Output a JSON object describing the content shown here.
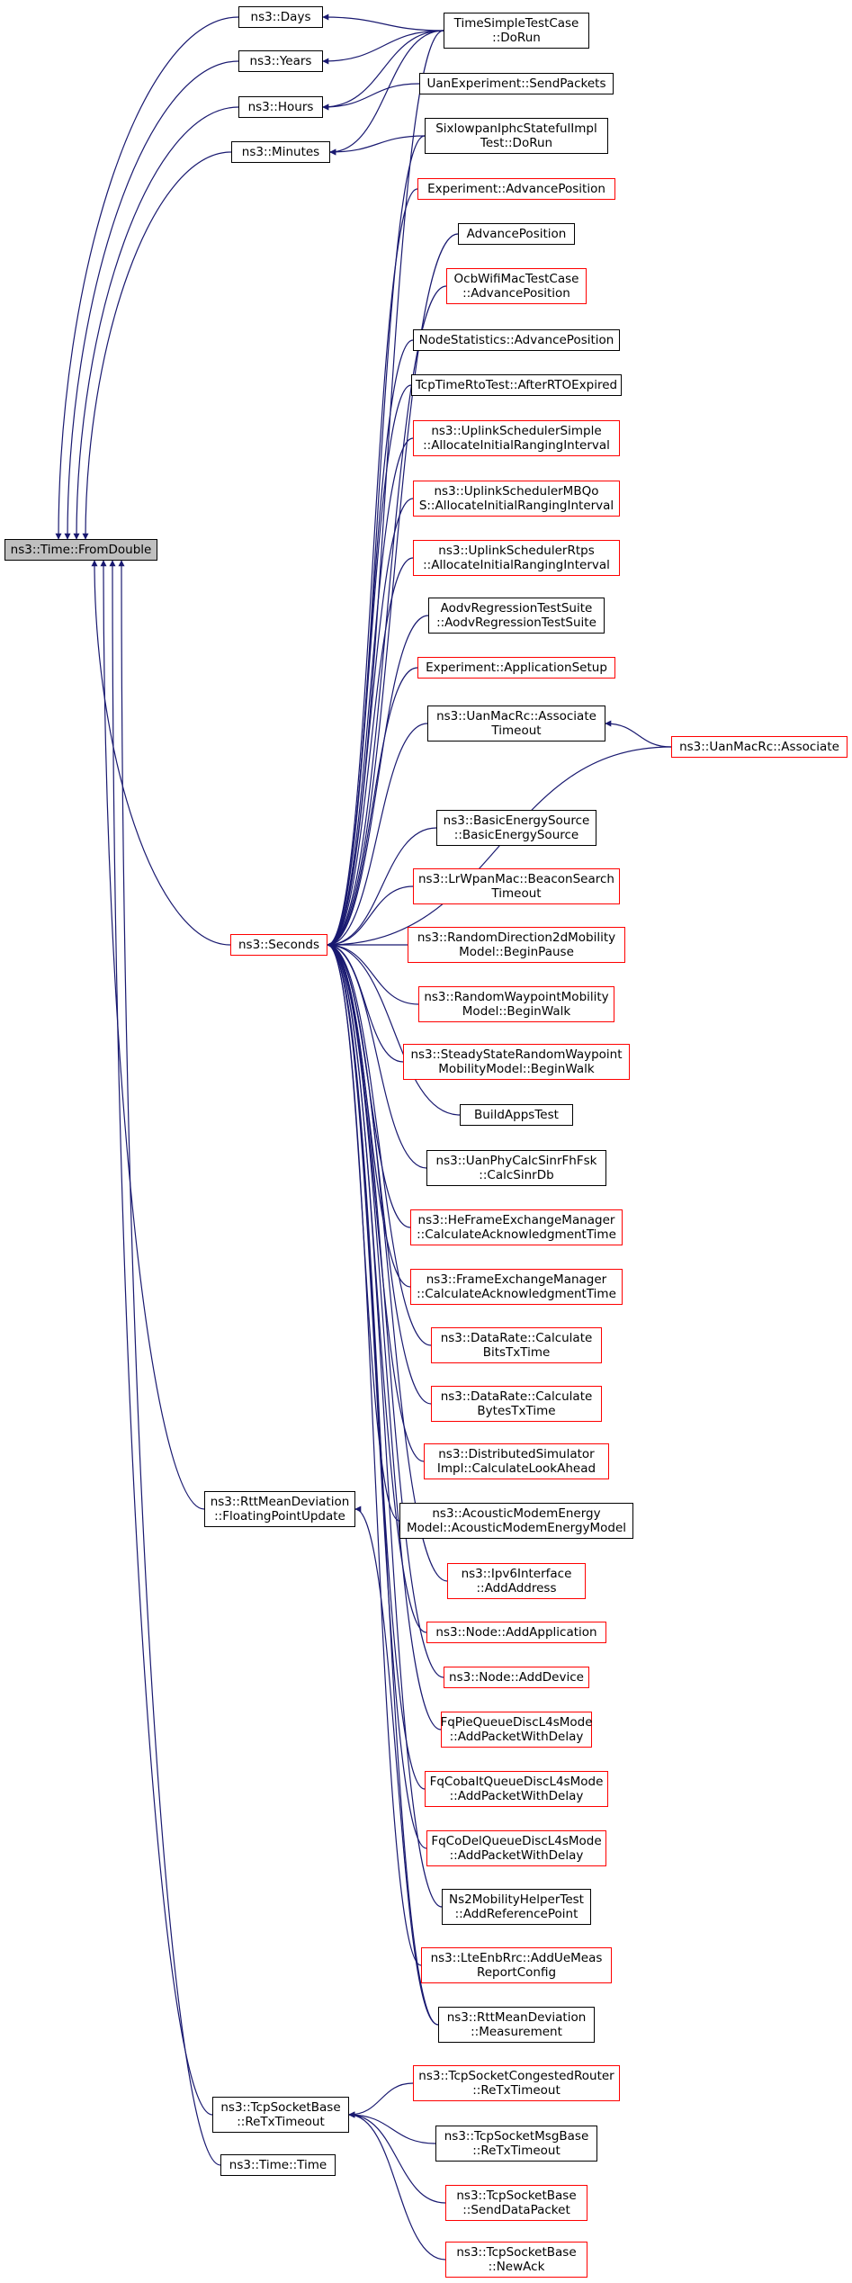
{
  "graph": {
    "colors": {
      "edge": "#191970",
      "node_border": "#000000",
      "node_border_unresolved": "#ff0000",
      "root_fill": "#bfbfbf"
    },
    "root": "ns3::Time::FromDouble",
    "nodes": {
      "n_fromdouble": "ns3::Time::FromDouble",
      "n_days": "ns3::Days",
      "n_years": "ns3::Years",
      "n_hours": "ns3::Hours",
      "n_minutes": "ns3::Minutes",
      "n_seconds": "ns3::Seconds",
      "n_rttfpu": "ns3::RttMeanDeviation\n::FloatingPointUpdate",
      "n_retx": "ns3::TcpSocketBase\n::ReTxTimeout",
      "n_time": "ns3::Time::Time",
      "n_tstc": "TimeSimpleTestCase\n::DoRun",
      "n_uansend": "UanExperiment::SendPackets",
      "n_sixlow": "SixlowpanIphcStatefulImpl\nTest::DoRun",
      "n_expadv": "Experiment::AdvancePosition",
      "n_advpos": "AdvancePosition",
      "n_ocb": "OcbWifiMacTestCase\n::AdvancePosition",
      "n_nodestat": "NodeStatistics::AdvancePosition",
      "n_tcprto": "TcpTimeRtoTest::AfterRTOExpired",
      "n_ulsimple": "ns3::UplinkSchedulerSimple\n::AllocateInitialRangingInterval",
      "n_ulmbqos": "ns3::UplinkSchedulerMBQo\nS::AllocateInitialRangingInterval",
      "n_ulrtps": "ns3::UplinkSchedulerRtps\n::AllocateInitialRangingInterval",
      "n_aodv": "AodvRegressionTestSuite\n::AodvRegressionTestSuite",
      "n_appsetup": "Experiment::ApplicationSetup",
      "n_uanassoctm": "ns3::UanMacRc::Associate\nTimeout",
      "n_uanassoc": "ns3::UanMacRc::Associate",
      "n_basicenergy": "ns3::BasicEnergySource\n::BasicEnergySource",
      "n_lrwpan": "ns3::LrWpanMac::BeaconSearch\nTimeout",
      "n_rd2d": "ns3::RandomDirection2dMobility\nModel::BeginPause",
      "n_rwp": "ns3::RandomWaypointMobility\nModel::BeginWalk",
      "n_ssrwp": "ns3::SteadyStateRandomWaypoint\nMobilityModel::BeginWalk",
      "n_buildapps": "BuildAppsTest",
      "n_uanphy": "ns3::UanPhyCalcSinrFhFsk\n::CalcSinrDb",
      "n_hefem": "ns3::HeFrameExchangeManager\n::CalculateAcknowledgmentTime",
      "n_fem": "ns3::FrameExchangeManager\n::CalculateAcknowledgmentTime",
      "n_drbits": "ns3::DataRate::Calculate\nBitsTxTime",
      "n_drbytes": "ns3::DataRate::Calculate\nBytesTxTime",
      "n_distsim": "ns3::DistributedSimulator\nImpl::CalculateLookAhead",
      "n_acoustic": "ns3::AcousticModemEnergy\nModel::AcousticModemEnergyModel",
      "n_ipv6": "ns3::Ipv6Interface\n::AddAddress",
      "n_nodeapp": "ns3::Node::AddApplication",
      "n_nodedev": "ns3::Node::AddDevice",
      "n_fqpie": "FqPieQueueDiscL4sMode\n::AddPacketWithDelay",
      "n_fqcobalt": "FqCobaltQueueDiscL4sMode\n::AddPacketWithDelay",
      "n_fqcodel": "FqCoDelQueueDiscL4sMode\n::AddPacketWithDelay",
      "n_ns2mob": "Ns2MobilityHelperTest\n::AddReferencePoint",
      "n_lteenb": "ns3::LteEnbRrc::AddUeMeas\nReportConfig",
      "n_rttmeas": "ns3::RttMeanDeviation\n::Measurement",
      "n_tcpcong": "ns3::TcpSocketCongestedRouter\n::ReTxTimeout",
      "n_tcpmsg": "ns3::TcpSocketMsgBase\n::ReTxTimeout",
      "n_senddata": "ns3::TcpSocketBase\n::SendDataPacket",
      "n_newack": "ns3::TcpSocketBase\n::NewAck"
    }
  }
}
